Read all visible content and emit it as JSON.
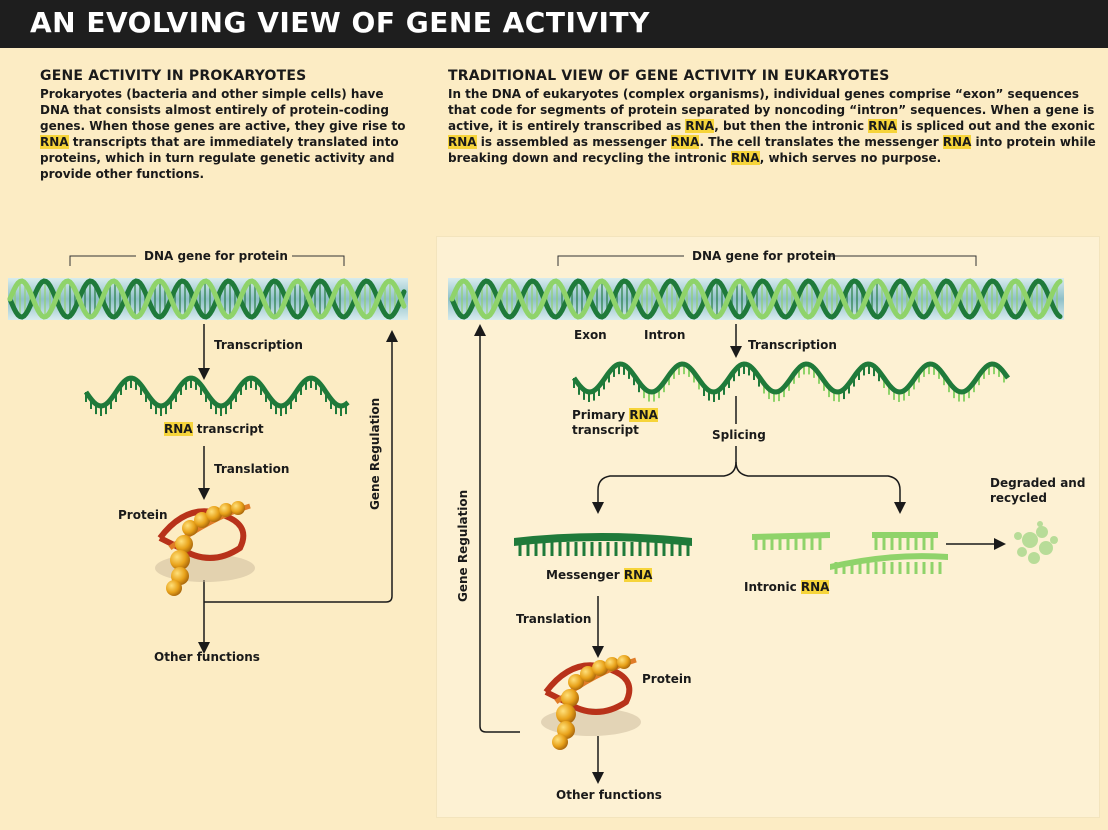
{
  "banner": {
    "title": "AN EVOLVING VIEW OF GENE ACTIVITY"
  },
  "prokaryotes": {
    "title": "GENE ACTIVITY IN PROKARYOTES",
    "body_lines": [
      "Prokaryotes (bacteria and other simple cells) have",
      "DNA that consists almost entirely of protein-coding",
      "genes. When those genes are active, they give rise to",
      "RNA transcripts that are immediately translated into",
      "proteins, which in turn regulate genetic activity and",
      "provide other functions."
    ],
    "dna_label": "DNA gene for protein",
    "transcription": "Transcription",
    "rna_word": "RNA",
    "rna_transcript_rest": " transcript",
    "translation": "Translation",
    "protein": "Protein",
    "gene_regulation": "Gene Regulation",
    "other_functions": "Other functions"
  },
  "eukaryotes": {
    "title": "TRADITIONAL VIEW OF GENE ACTIVITY IN EUKARYOTES",
    "body_lines": [
      "In the DNA of eukaryotes (complex organisms), individual genes comprise “exon” sequences",
      "that code for segments of protein separated by noncoding “intron” sequences. When a gene is",
      "active, it is entirely transcribed as RNA, but then the intronic RNA is spliced out and the exonic",
      "RNA is assembled as messenger RNA. The cell translates the messenger RNA into protein while",
      "breaking down and recycling the intronic RNA, which serves no purpose."
    ],
    "dna_label": "DNA gene for protein",
    "exon": "Exon",
    "intron": "Intron",
    "transcription": "Transcription",
    "primary_a": "Primary ",
    "rna_word": "RNA",
    "primary_b": "transcript",
    "splicing": "Splicing",
    "degraded_a": "Degraded and",
    "degraded_b": "recycled",
    "messenger_a": "Messenger ",
    "intronic_a": "Intronic ",
    "translation": "Translation",
    "protein": "Protein",
    "gene_regulation": "Gene Regulation",
    "other_functions": "Other functions"
  },
  "colors": {
    "dark_green": "#1f7a3a",
    "light_green": "#8fd36a",
    "highlight": "#f6d43a",
    "dna_band": "#9cc9cf"
  }
}
